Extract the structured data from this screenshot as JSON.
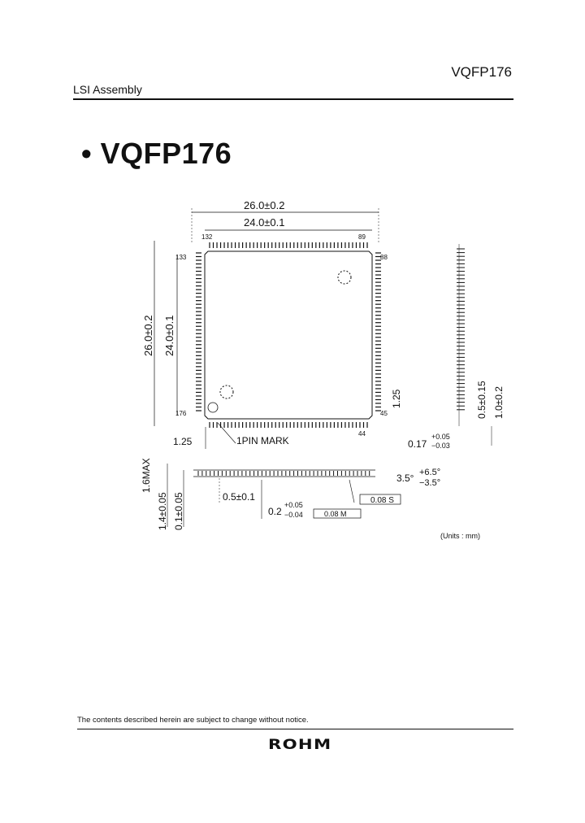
{
  "header": {
    "part_code": "VQFP176",
    "category": "LSI Assembly"
  },
  "title": "VQFP176",
  "drawing": {
    "dim_body_outer": "26.0±0.2",
    "dim_body_inner": "24.0±0.1",
    "dim_side_outer": "26.0±0.2",
    "dim_side_inner": "24.0±0.1",
    "pin_132": "132",
    "pin_89": "89",
    "pin_133": "133",
    "pin_88": "88",
    "pin_176": "176",
    "pin_45": "45",
    "pin_44": "44",
    "corner_dim_left": "1.25",
    "corner_dim_right": "1.25",
    "pin_mark_label": "1PIN MARK",
    "side_dim_05": "0.5±0.15",
    "side_dim_10": "1.0±0.2",
    "lead_width": "0.17",
    "lead_width_tol_plus": "+0.05",
    "lead_width_tol_minus": "−0.03",
    "height_max": "1.6MAX",
    "body_height": "1.4±0.05",
    "standoff": "0.1±0.05",
    "pitch": "0.5±0.1",
    "lead_thick": "0.2",
    "lead_thick_tol_plus": "+0.05",
    "lead_thick_tol_minus": "−0.04",
    "angle": "3.5°",
    "angle_tol_plus": "+6.5°",
    "angle_tol_minus": "−3.5°",
    "coplanarity": "0.08 S",
    "position_tol": "0.08 M",
    "units": "(Units : mm)"
  },
  "footer": {
    "notice": "The contents described herein are subject to change without notice.",
    "brand": "ROHM"
  }
}
